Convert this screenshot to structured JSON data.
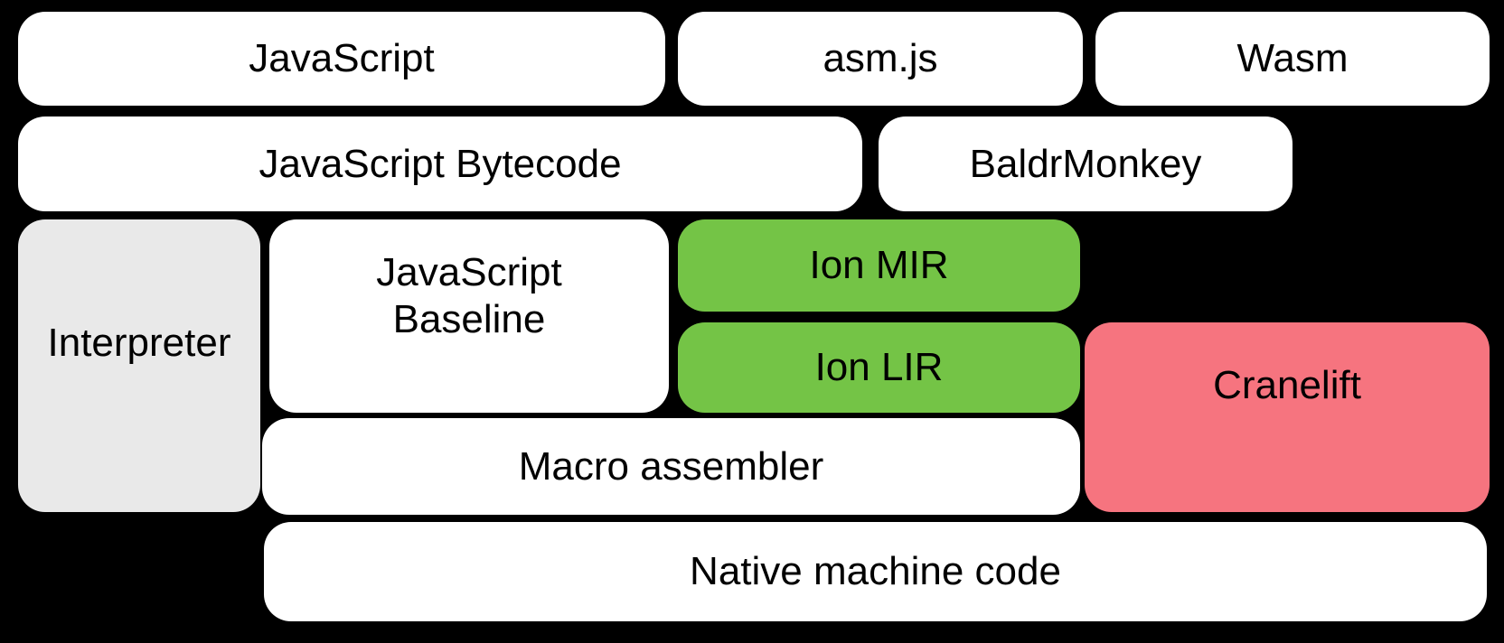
{
  "diagram": {
    "colors": {
      "background": "#000000",
      "box_white": "#ffffff",
      "box_gray": "#e9e9e9",
      "box_green": "#74c446",
      "box_pink": "#f6747f",
      "text": "#000000"
    },
    "nodes": {
      "javascript": {
        "label": "JavaScript"
      },
      "asmjs": {
        "label": "asm.js"
      },
      "wasm": {
        "label": "Wasm"
      },
      "bytecode": {
        "label": "JavaScript Bytecode"
      },
      "baldrmonkey": {
        "label": "BaldrMonkey"
      },
      "interpreter": {
        "label": "Interpreter"
      },
      "baseline": {
        "line1": "JavaScript",
        "line2": "Baseline"
      },
      "ion_mir": {
        "label": "Ion MIR"
      },
      "ion_lir": {
        "label": "Ion LIR"
      },
      "cranelift": {
        "label": "Cranelift"
      },
      "macro_assembler": {
        "label": "Macro assembler"
      },
      "native": {
        "label": "Native machine code"
      }
    }
  }
}
